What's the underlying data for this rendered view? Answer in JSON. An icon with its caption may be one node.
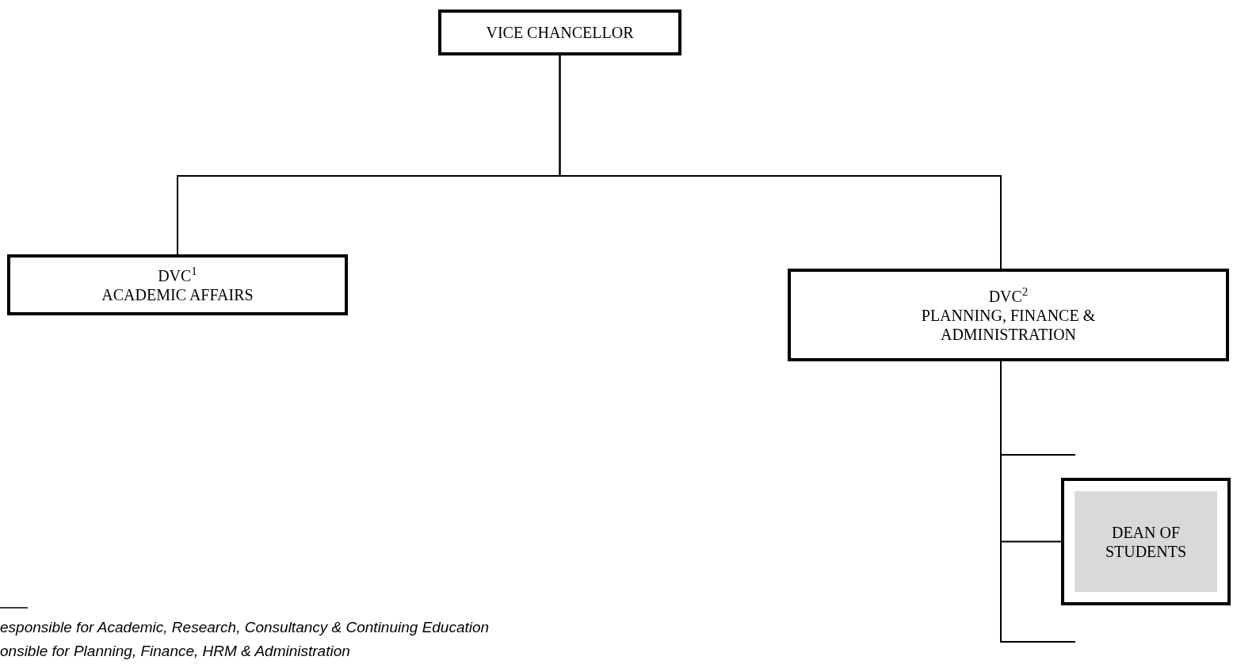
{
  "diagram": {
    "nodes": [
      {
        "text": [
          "VICE CHANCELLOR"
        ]
      },
      {
        "text": [
          "DVC$^{1}$",
          "ACADEMIC AFFAIRS"
        ]
      },
      {
        "text": [
          "DVC$^{2}$",
          "PLANNING, FINANCE & ADMINISTRATION"
        ]
      },
      {
        "text": [
          "DEAN OF STUDENTS"
        ]
      }
    ],
    "edges": [
      {
        "from": 0,
        "to": 1,
        "arrow": "none"
      },
      {
        "from": 0,
        "to": 2,
        "arrow": "none"
      },
      {
        "from": 2,
        "to": null,
        "arrow": "none"
      },
      {
        "from": 2,
        "to": 3,
        "arrow": "none"
      },
      {
        "from": 2,
        "to": null,
        "arrow": "none"
      }
    ],
    "labels": [
      "esponsible for Academic, Research, Consultancy & Continuing Education",
      "onsible for Planning, Finance, HRM & Administration"
    ]
  }
}
